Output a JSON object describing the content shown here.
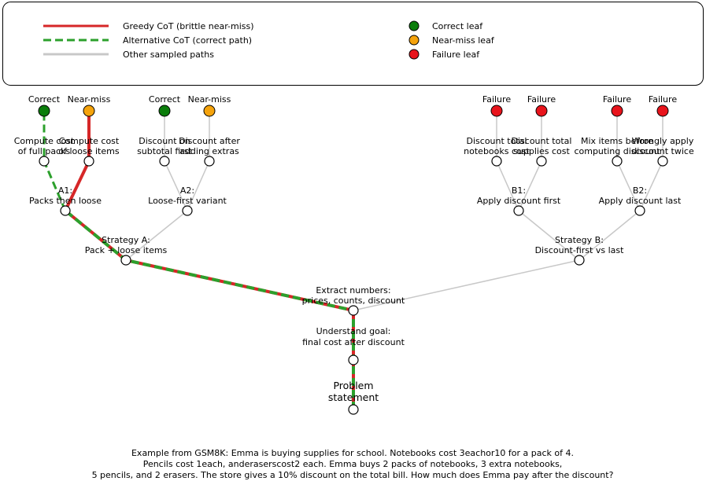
{
  "legend": {
    "lines": [
      {
        "key": "greedy",
        "label": "Greedy CoT (brittle near-miss)",
        "color": "#d62728"
      },
      {
        "key": "alternative",
        "label": "Alternative CoT (correct path)",
        "color": "#2ca02c"
      },
      {
        "key": "other",
        "label": "Other sampled paths",
        "color": "#c8c8c8"
      }
    ],
    "leaves": [
      {
        "key": "correct",
        "label": "Correct leaf",
        "color": "#0a7d0a"
      },
      {
        "key": "near-miss",
        "label": "Near-miss leaf",
        "color": "#f5a30c"
      },
      {
        "key": "failure",
        "label": "Failure leaf",
        "color": "#e8141c"
      }
    ]
  },
  "nodes": {
    "root": {
      "lines": [
        "Problem",
        "statement"
      ]
    },
    "understand": {
      "lines": [
        "Understand goal:",
        "final cost after discount"
      ]
    },
    "extract": {
      "lines": [
        "Extract numbers:",
        "prices, counts, discount"
      ]
    },
    "strategy_a": {
      "lines": [
        "Strategy A:",
        "Pack + loose items"
      ]
    },
    "strategy_b": {
      "lines": [
        "Strategy B:",
        "Discount-first vs last"
      ]
    },
    "a1": {
      "lines": [
        "A1:",
        "Packs then loose"
      ]
    },
    "a2": {
      "lines": [
        "A2:",
        "Loose-first variant"
      ]
    },
    "b1": {
      "lines": [
        "B1:",
        "Apply discount first"
      ]
    },
    "b2": {
      "lines": [
        "B2:",
        "Apply discount last"
      ]
    },
    "a1_step_full": {
      "lines": [
        "Compute cost",
        "of full packs"
      ]
    },
    "a1_step_loose": {
      "lines": [
        "Compute cost",
        "of loose items"
      ]
    },
    "a2_step_first": {
      "lines": [
        "Discount on",
        "subtotal first"
      ]
    },
    "a2_step_after": {
      "lines": [
        "Discount after",
        "adding extras"
      ]
    },
    "b1_step_notebooks": {
      "lines": [
        "Discount total",
        "notebooks cost"
      ]
    },
    "b1_step_supplies": {
      "lines": [
        "Discount total",
        "supplies cost"
      ]
    },
    "b2_step_mix": {
      "lines": [
        "Mix items before",
        "computing discount"
      ]
    },
    "b2_step_twice": {
      "lines": [
        "Wrongly apply",
        "discount twice"
      ]
    }
  },
  "leaves": {
    "a1_full": {
      "label": "Correct",
      "kind": "correct"
    },
    "a1_loose": {
      "label": "Near-miss",
      "kind": "near-miss"
    },
    "a2_first": {
      "label": "Correct",
      "kind": "correct"
    },
    "a2_after": {
      "label": "Near-miss",
      "kind": "near-miss"
    },
    "b1_notebooks": {
      "label": "Failure",
      "kind": "failure"
    },
    "b1_supplies": {
      "label": "Failure",
      "kind": "failure"
    },
    "b2_mix": {
      "label": "Failure",
      "kind": "failure"
    },
    "b2_twice": {
      "label": "Failure",
      "kind": "failure"
    }
  },
  "caption": [
    "Example from GSM8K: Emma is buying supplies for school. Notebooks cost 3eachor10 for a pack of 4.",
    "Pencils cost 1each, anderaserscost2 each. Emma buys 2 packs of notebooks, 3 extra notebooks,",
    "5 pencils, and 2 erasers. The store gives a 10% discount on the total bill. How much does Emma pay after the discount?"
  ]
}
